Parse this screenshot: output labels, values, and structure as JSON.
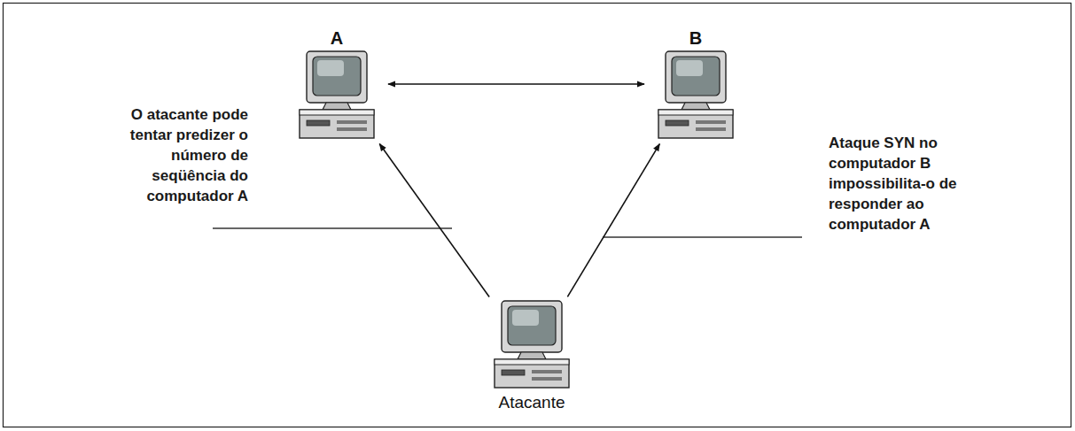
{
  "diagram": {
    "nodes": [
      {
        "text": [
          "A"
        ]
      },
      {
        "text": [
          "B"
        ]
      },
      {
        "text": [
          "Atacante"
        ]
      }
    ],
    "edges": [
      {
        "from": 0,
        "to": 1,
        "arrow": "both"
      },
      {
        "from": 2,
        "to": 0,
        "arrow": "to"
      },
      {
        "from": 2,
        "to": 1,
        "arrow": "to"
      }
    ],
    "labels": [
      "O atacante pode tentar predizer o número de seqüência do computador A",
      "Ataque SYN no computador B impossibilita-o de responder ao computador A"
    ]
  }
}
